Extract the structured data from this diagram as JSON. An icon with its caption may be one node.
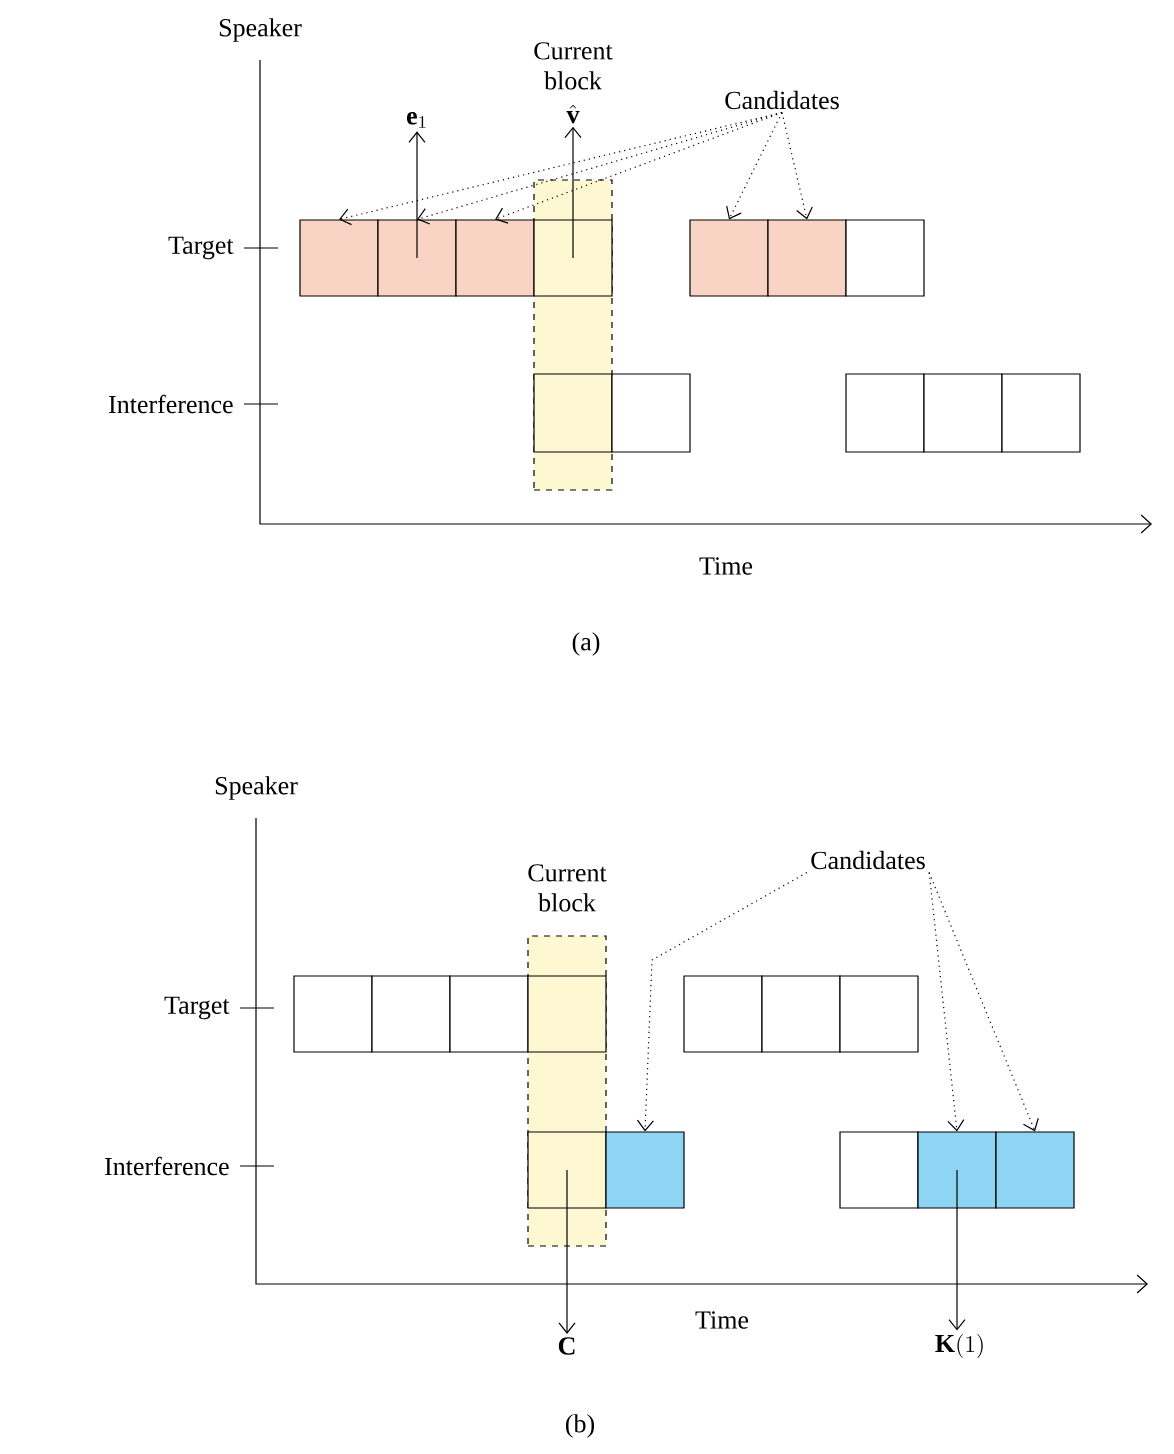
{
  "diagram": {
    "nodes": [
      {
        "text": [
          "Current block"
        ]
      },
      {
        "text": [],
        "shape": "box"
      },
      {
        "text": [],
        "shape": "box"
      },
      {
        "text": [],
        "shape": "box"
      },
      {
        "text": [],
        "shape": "box",
        "in": 0
      },
      {
        "text": [],
        "shape": "box"
      },
      {
        "text": [],
        "shape": "box"
      },
      {
        "text": [],
        "shape": "box"
      },
      {
        "text": [],
        "shape": "box",
        "in": 0
      },
      {
        "text": [],
        "shape": "box"
      },
      {
        "text": [],
        "shape": "box"
      },
      {
        "text": [],
        "shape": "box"
      },
      {
        "text": [],
        "shape": "box"
      },
      {
        "text": [
          "\\mathbf{e}_1"
        ]
      },
      {
        "text": [
          "\\hat{\\mathbf{v}}"
        ]
      },
      {
        "text": [
          "Candidates"
        ]
      },
      {
        "text": [
          "Current block"
        ]
      },
      {
        "text": [],
        "shape": "box"
      },
      {
        "text": [],
        "shape": "box"
      },
      {
        "text": [],
        "shape": "box"
      },
      {
        "text": [],
        "shape": "box",
        "in": 16
      },
      {
        "text": [],
        "shape": "box"
      },
      {
        "text": [],
        "shape": "box"
      },
      {
        "text": [],
        "shape": "box"
      },
      {
        "text": [],
        "shape": "box",
        "in": 16
      },
      {
        "text": [],
        "shape": "box"
      },
      {
        "text": [],
        "shape": "box"
      },
      {
        "text": [],
        "shape": "box"
      },
      {
        "text": [],
        "shape": "box"
      },
      {
        "text": [
          "Candidates"
        ]
      },
      {
        "text": [
          "\\mathbf{C}"
        ]
      },
      {
        "text": [
          "\\mathbf{K}(1)"
        ]
      }
    ],
    "edges": [
      {
        "from": 2,
        "to": 13,
        "arrow": "to"
      },
      {
        "from": 4,
        "to": 14,
        "arrow": "to"
      },
      {
        "from": 15,
        "to": 1,
        "arrow": "to",
        "style": "dashed"
      },
      {
        "from": 15,
        "to": 2,
        "arrow": "to",
        "style": "dashed"
      },
      {
        "from": 15,
        "to": 3,
        "arrow": "to",
        "style": "dashed"
      },
      {
        "from": 15,
        "to": 5,
        "arrow": "to",
        "style": "dashed"
      },
      {
        "from": 15,
        "to": 6,
        "arrow": "to",
        "style": "dashed"
      },
      {
        "from": 29,
        "to": 25,
        "arrow": "to",
        "style": "dashed"
      },
      {
        "from": 29,
        "to": 27,
        "arrow": "to",
        "style": "dashed"
      },
      {
        "from": 29,
        "to": 28,
        "arrow": "to",
        "style": "dashed"
      },
      {
        "from": 24,
        "to": 30,
        "arrow": "to"
      },
      {
        "from": 27,
        "to": 31,
        "arrow": "to"
      }
    ],
    "labels": [
      "Speaker",
      "Target",
      "Interference",
      "Time",
      "(a)",
      "Speaker",
      "Target",
      "Interference",
      "Time",
      "(b)"
    ]
  }
}
